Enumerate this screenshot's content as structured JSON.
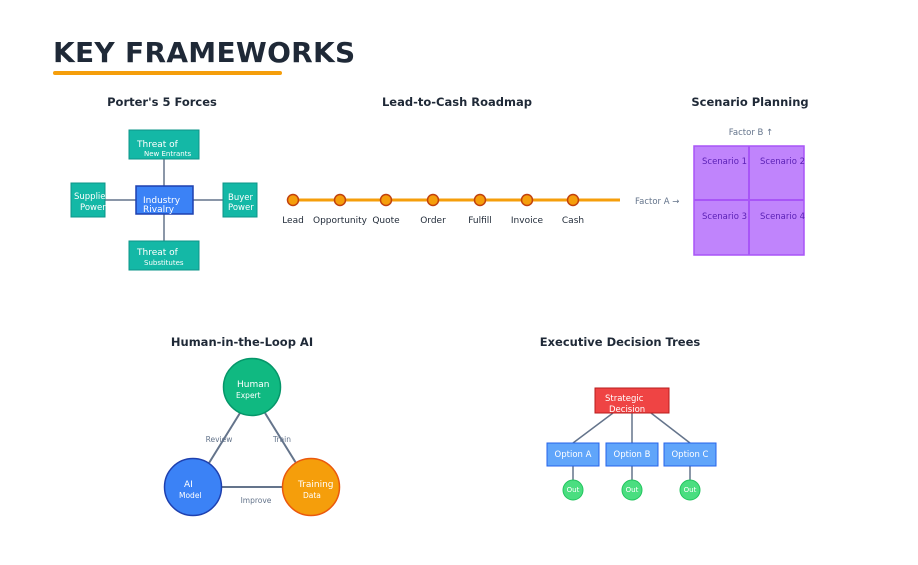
{
  "page": {
    "title": "KEY FRAMEWORKS"
  },
  "sections": {
    "porter": {
      "title": "Porter's 5 Forces",
      "center": {
        "line1": "Industry",
        "line2": "Rivalry"
      },
      "top": {
        "line1": "Threat of",
        "line2": "New Entrants"
      },
      "bottom": {
        "line1": "Threat of",
        "line2": "Substitutes"
      },
      "left": {
        "line1": "Supplier",
        "line2": "Power"
      },
      "right": {
        "line1": "Buyer",
        "line2": "Power"
      }
    },
    "roadmap": {
      "title": "Lead-to-Cash Roadmap",
      "stages": [
        "Lead",
        "Opportunity",
        "Quote",
        "Order",
        "Fulfill",
        "Invoice",
        "Cash"
      ]
    },
    "scenario": {
      "title": "Scenario Planning",
      "axis_y": "Factor B ↑",
      "axis_x": "Factor A →",
      "cells": [
        "Scenario 1",
        "Scenario 2",
        "Scenario 3",
        "Scenario 4"
      ]
    },
    "hitl": {
      "title": "Human-in-the-Loop AI",
      "human": {
        "line1": "Human",
        "line2": "Expert"
      },
      "ai": {
        "line1": "AI",
        "line2": "Model"
      },
      "training": {
        "line1": "Training",
        "line2": "Data"
      },
      "edges": {
        "review": "Review",
        "train": "Train",
        "improve": "Improve"
      }
    },
    "decision": {
      "title": "Executive Decision Trees",
      "root": {
        "line1": "Strategic",
        "line2": "Decision"
      },
      "options": [
        "Option A",
        "Option B",
        "Option C"
      ],
      "outcome": "Out"
    }
  },
  "colors": {
    "teal": "#14b8a6",
    "blue": "#3b82f6",
    "orange": "#f59e0b",
    "purple": "#c084fc",
    "green": "#10b981",
    "red": "#ef4444",
    "option_blue": "#60a5fa",
    "outcome_green": "#4ade80",
    "connector": "#64748b"
  }
}
